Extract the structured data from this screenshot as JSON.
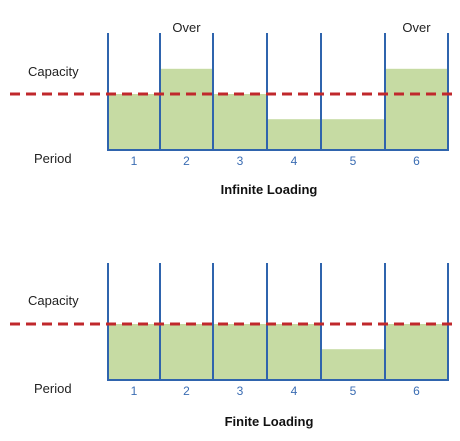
{
  "colors": {
    "bar_fill": "#c6dba3",
    "divider": "#2f64ad",
    "capacity_line": "#c0282c",
    "text": "#222222",
    "period_number": "#3b6db3"
  },
  "diagrams": [
    {
      "title": "Infinite Loading",
      "capacity_label": "Capacity",
      "period_label": "Period",
      "periods": [
        {
          "number": "1",
          "load": 1.0,
          "over_label": ""
        },
        {
          "number": "2",
          "load": 1.45,
          "over_label": "Over"
        },
        {
          "number": "3",
          "load": 1.0,
          "over_label": ""
        },
        {
          "number": "4",
          "load": 0.55,
          "over_label": ""
        },
        {
          "number": "5",
          "load": 0.55,
          "over_label": ""
        },
        {
          "number": "6",
          "load": 1.45,
          "over_label": "Over"
        }
      ]
    },
    {
      "title": "Finite Loading",
      "capacity_label": "Capacity",
      "period_label": "Period",
      "periods": [
        {
          "number": "1",
          "load": 1.0,
          "over_label": ""
        },
        {
          "number": "2",
          "load": 1.0,
          "over_label": ""
        },
        {
          "number": "3",
          "load": 1.0,
          "over_label": ""
        },
        {
          "number": "4",
          "load": 1.0,
          "over_label": ""
        },
        {
          "number": "5",
          "load": 0.55,
          "over_label": ""
        },
        {
          "number": "6",
          "load": 1.0,
          "over_label": ""
        }
      ]
    }
  ]
}
